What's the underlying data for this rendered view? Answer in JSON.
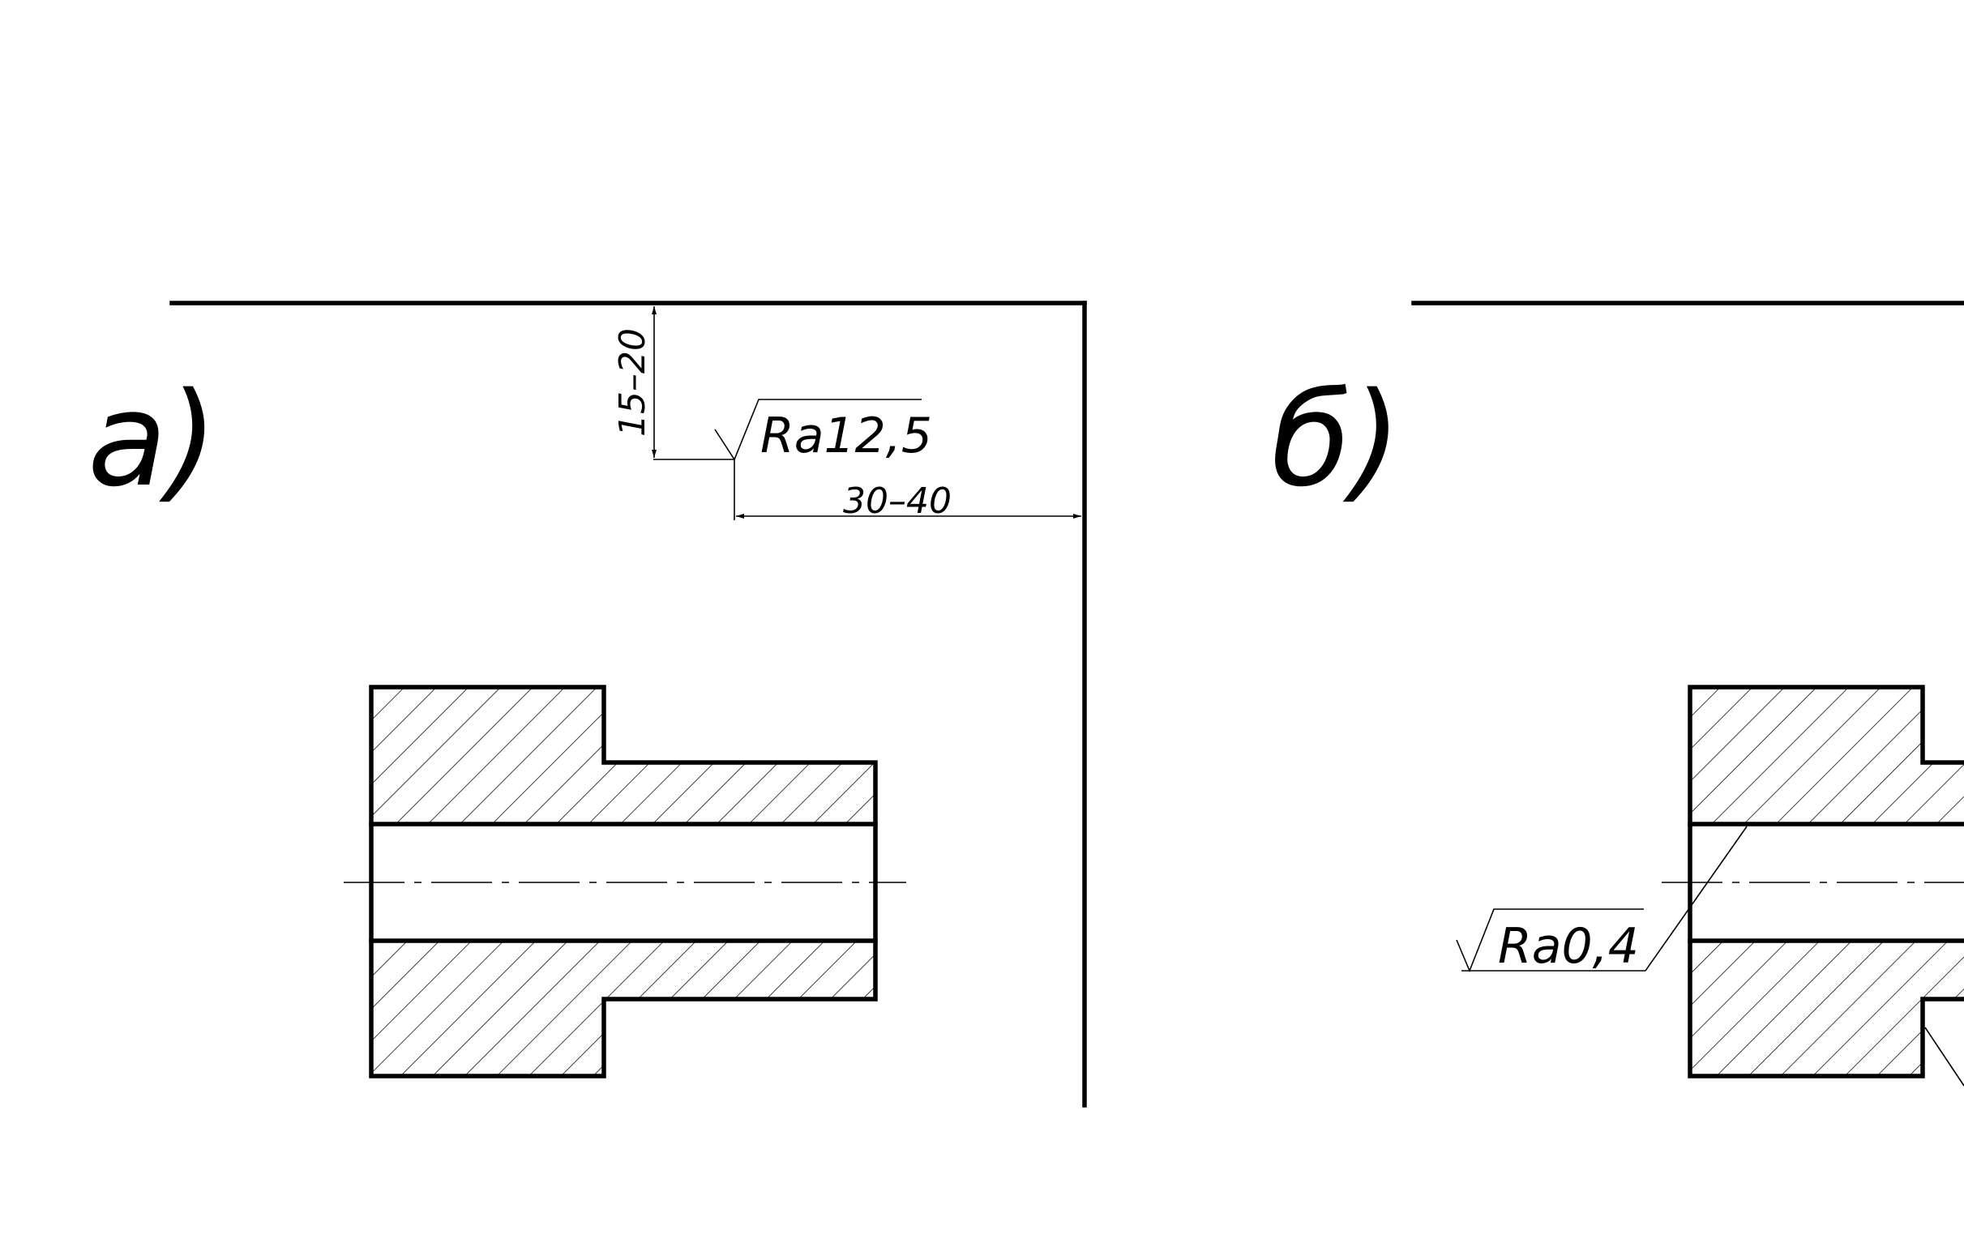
{
  "view_a": {
    "label": "а)",
    "roughness": "Ra12,5",
    "dim_vertical": "15–20",
    "dim_horizontal": "30–40"
  },
  "view_b": {
    "label": "б)",
    "roughness": "Ra0,4"
  },
  "colors": {
    "line": "#000000",
    "background": "#ffffff"
  }
}
